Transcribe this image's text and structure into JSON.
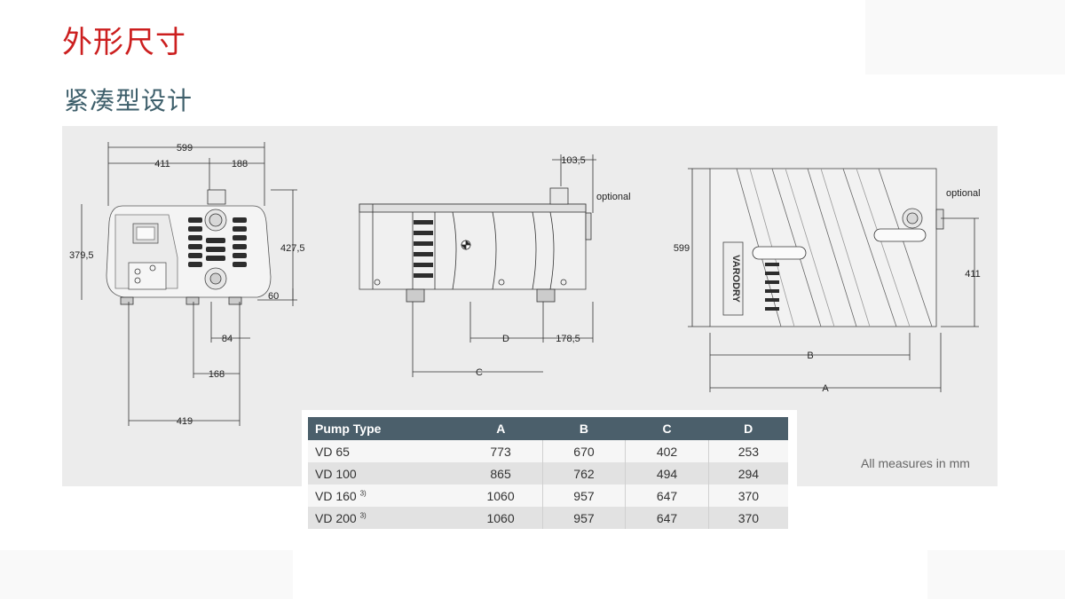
{
  "page": {
    "title": "外形尺寸",
    "subtitle": "紧凑型设计"
  },
  "drawing": {
    "front": {
      "d599": "599",
      "d411": "411",
      "d188": "188",
      "d427": "427,5",
      "d379": "379,5",
      "d60": "60",
      "d84": "84",
      "d168": "168",
      "d419": "419"
    },
    "side": {
      "d103": "103,5",
      "optional": "optional",
      "d178": "178,5",
      "D": "D",
      "C": "C"
    },
    "top": {
      "optional": "optional",
      "d599": "599",
      "d411": "411",
      "B": "B",
      "A": "A",
      "brand": "VARODRY"
    }
  },
  "table": {
    "headers": [
      "Pump Type",
      "A",
      "B",
      "C",
      "D"
    ],
    "rows": [
      {
        "type": "VD 65",
        "note": "",
        "A": "773",
        "B": "670",
        "C": "402",
        "D": "253"
      },
      {
        "type": "VD 100",
        "note": "",
        "A": "865",
        "B": "762",
        "C": "494",
        "D": "294"
      },
      {
        "type": "VD 160",
        "note": "3)",
        "A": "1060",
        "B": "957",
        "C": "647",
        "D": "370"
      },
      {
        "type": "VD 200",
        "note": "3)",
        "A": "1060",
        "B": "957",
        "C": "647",
        "D": "370"
      }
    ]
  },
  "footnote": "All measures in mm"
}
